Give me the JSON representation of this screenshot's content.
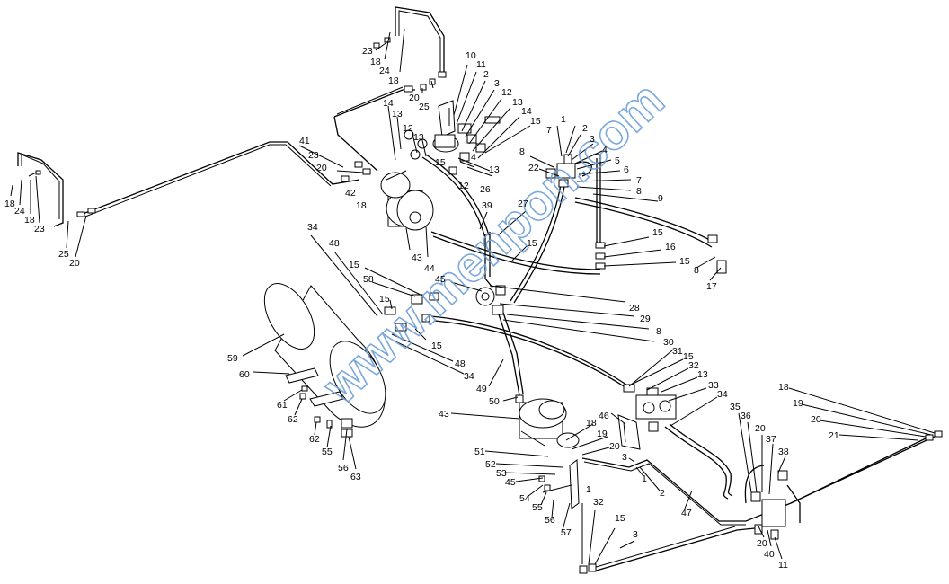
{
  "watermark": "www.menpon.com",
  "labels": [
    "1",
    "2",
    "3",
    "4",
    "5",
    "6",
    "7",
    "8",
    "9",
    "10",
    "11",
    "12",
    "13",
    "14",
    "15",
    "16",
    "17",
    "18",
    "19",
    "20",
    "21",
    "22",
    "23",
    "24",
    "25",
    "26",
    "27",
    "28",
    "29",
    "30",
    "31",
    "32",
    "33",
    "34",
    "35",
    "36",
    "37",
    "38",
    "39",
    "40",
    "41",
    "42",
    "43",
    "44",
    "45",
    "46",
    "47",
    "48",
    "49",
    "50",
    "51",
    "52",
    "53",
    "54",
    "55",
    "56",
    "57",
    "58",
    "59",
    "60",
    "61",
    "62",
    "63"
  ]
}
